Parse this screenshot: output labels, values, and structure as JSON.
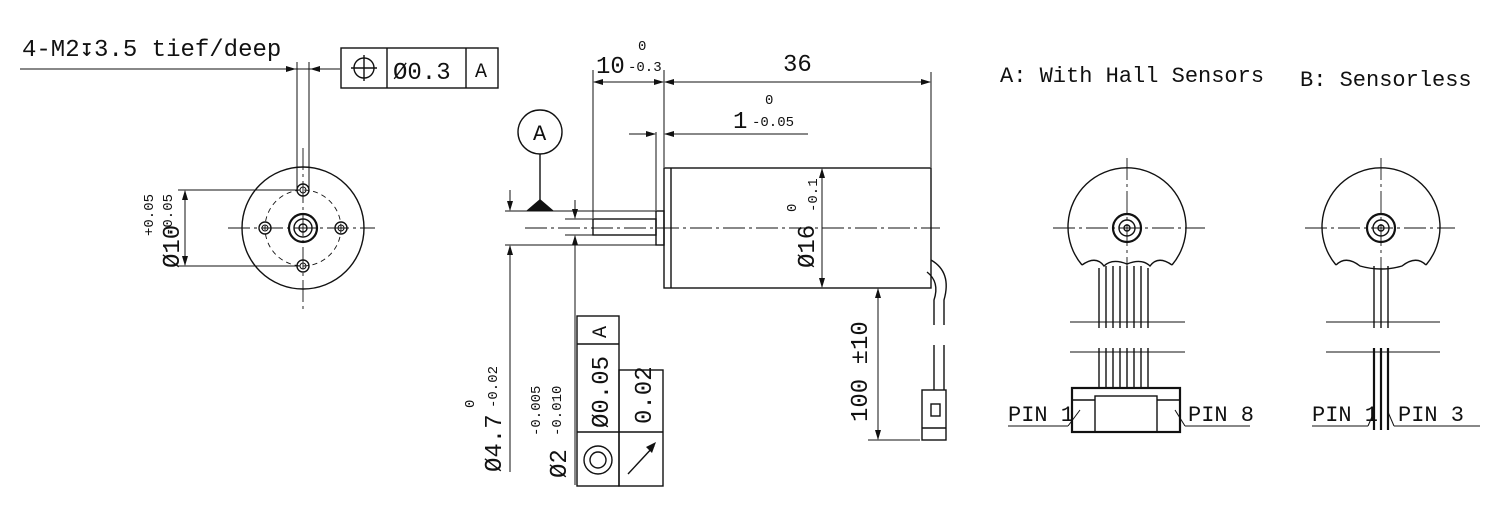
{
  "labels": {
    "thread_note": "4-M2↧3.5 tief/deep",
    "position_tolerance": "Ø0.3",
    "datum_a": "A",
    "datum_bubble": "A",
    "dim_10": "10",
    "dim_10_tol_upper": "0",
    "dim_10_tol_lower": "-0.3",
    "dim_36": "36",
    "dim_1": "1",
    "dim_1_tol_upper": "0",
    "dim_1_tol_lower": "-0.05",
    "dia_16": "Ø16",
    "dia_16_tol_upper": "0",
    "dia_16_tol_lower": "-0.1",
    "dia_10": "Ø10",
    "dia_10_tol_upper": "+0.05",
    "dia_10_tol_lower": "-0.05",
    "dia_4_7": "Ø4.7",
    "dia_4_7_tol_upper": "0",
    "dia_4_7_tol_lower": "-0.02",
    "dia_2": "Ø2",
    "dia_2_tol_upper": "-0.005",
    "dia_2_tol_lower": "-0.010",
    "concentricity_tolerance": "Ø0.05",
    "concentricity_datum": "A",
    "runout_tolerance": "0.02",
    "lead_length": "100 ±10",
    "view_a_title": "A: With Hall Sensors",
    "view_b_title": "B: Sensorless",
    "view_a_pin_first": "PIN 1",
    "view_a_pin_last": "PIN 8",
    "view_b_pin_first": "PIN 1",
    "view_b_pin_last": "PIN 3"
  },
  "symbols": {
    "position": "position-icon",
    "concentricity": "concentricity-icon",
    "runout": "circular-runout-icon",
    "datum_triangle": "datum-triangle-icon"
  },
  "colors": {
    "ink": "#111111",
    "paper": "#ffffff"
  }
}
